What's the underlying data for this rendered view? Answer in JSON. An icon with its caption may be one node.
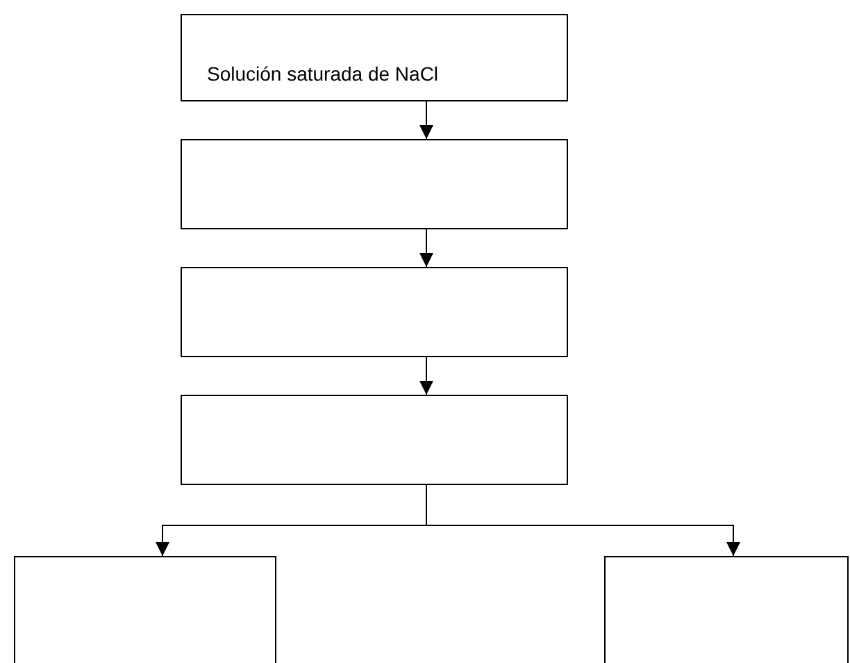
{
  "diagram": {
    "nodes": [
      {
        "text": [
          "Solución saturada de NaCl"
        ]
      },
      {
        "text": [],
        "shape": "box"
      },
      {
        "text": [],
        "shape": "box"
      },
      {
        "text": [],
        "shape": "box"
      },
      {
        "text": [],
        "shape": "box"
      },
      {
        "text": [],
        "shape": "box"
      }
    ],
    "edges": [
      {
        "from": 0,
        "to": 1,
        "arrow": "to"
      },
      {
        "from": 1,
        "to": 2,
        "arrow": "to"
      },
      {
        "from": 2,
        "to": 3,
        "arrow": "to"
      },
      {
        "from": 3,
        "to": 4,
        "arrow": "to"
      },
      {
        "from": 3,
        "to": 5,
        "arrow": "to"
      }
    ]
  }
}
